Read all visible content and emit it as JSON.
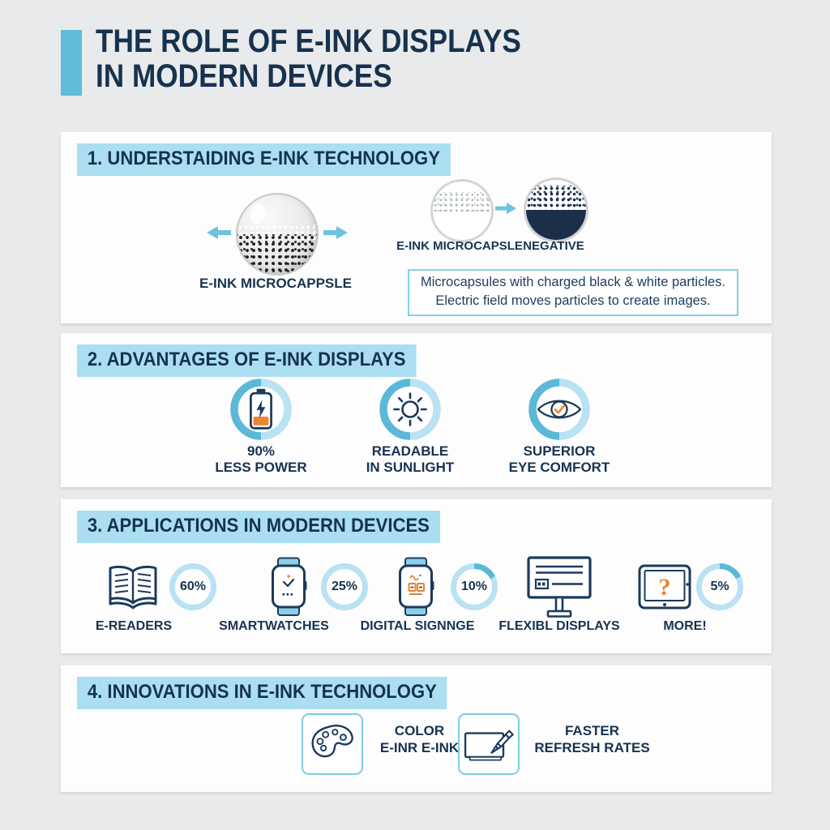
{
  "title": {
    "line1": "THE ROLE OF E-INK DISPLAYS",
    "line2": "IN MODERN DEVICES"
  },
  "colors": {
    "accent_blue": "#5fbdd9",
    "heading_highlight": "#abdef1",
    "navy_text": "#17334f",
    "ring_light": "#b9e2f2",
    "ring_dark": "#5cb8d8",
    "orange": "#e8832f",
    "dark_capsule_fill": "#1c2f49",
    "panel_background": "#fdfdfe",
    "page_background": "#e9eaec"
  },
  "sections": {
    "understanding": {
      "heading": "1. UNDERSTAIDING E-INK TECHNOLOGY",
      "main_capsule_label": "E-INK MICROCAPPSLE",
      "white_state_label": "E-INK MICROCAPSLE",
      "negative_state_label": "NEGATIVE",
      "description_line1": "Microcapsules with charged black & white particles.",
      "description_line2": "Electric field moves particles to create images."
    },
    "advantages": {
      "heading": "2. ADVANTAGES OF E-INK DISPLAYS",
      "items": [
        {
          "icon": "battery-icon",
          "line1": "90%",
          "line2": "LESS POWER"
        },
        {
          "icon": "sun-icon",
          "line1": "READABLE",
          "line2": "IN SUNLIGHT"
        },
        {
          "icon": "eye-icon",
          "line1": "SUPERIOR",
          "line2": "EYE COMFORT"
        }
      ]
    },
    "applications": {
      "heading": "3. APPLICATIONS IN MODERN DEVICES",
      "items": [
        {
          "icon": "e-reader-icon",
          "label": "E-READERS",
          "percent": "60%"
        },
        {
          "icon": "smartwatch-icon",
          "label": "SMARTWATCHES",
          "percent": "25%"
        },
        {
          "icon": "digital-signage-icon",
          "label": "DIGITAL SIGNNGE",
          "percent": "10%"
        },
        {
          "icon": "flexible-display-icon",
          "label": "FLEXIBL DISPLAYS",
          "percent": ""
        },
        {
          "icon": "tablet-question-icon",
          "label": "MORE!",
          "percent": "5%"
        }
      ]
    },
    "innovations": {
      "heading": "4. INNOVATIONS IN E-INK TECHNOLOGY",
      "items": [
        {
          "icon": "palette-icon",
          "line1": "COLOR",
          "line2": "E-INR E-INK"
        },
        {
          "icon": "stylus-display-icon",
          "line1": "FASTER",
          "line2": "REFRESH RATES"
        }
      ]
    }
  }
}
